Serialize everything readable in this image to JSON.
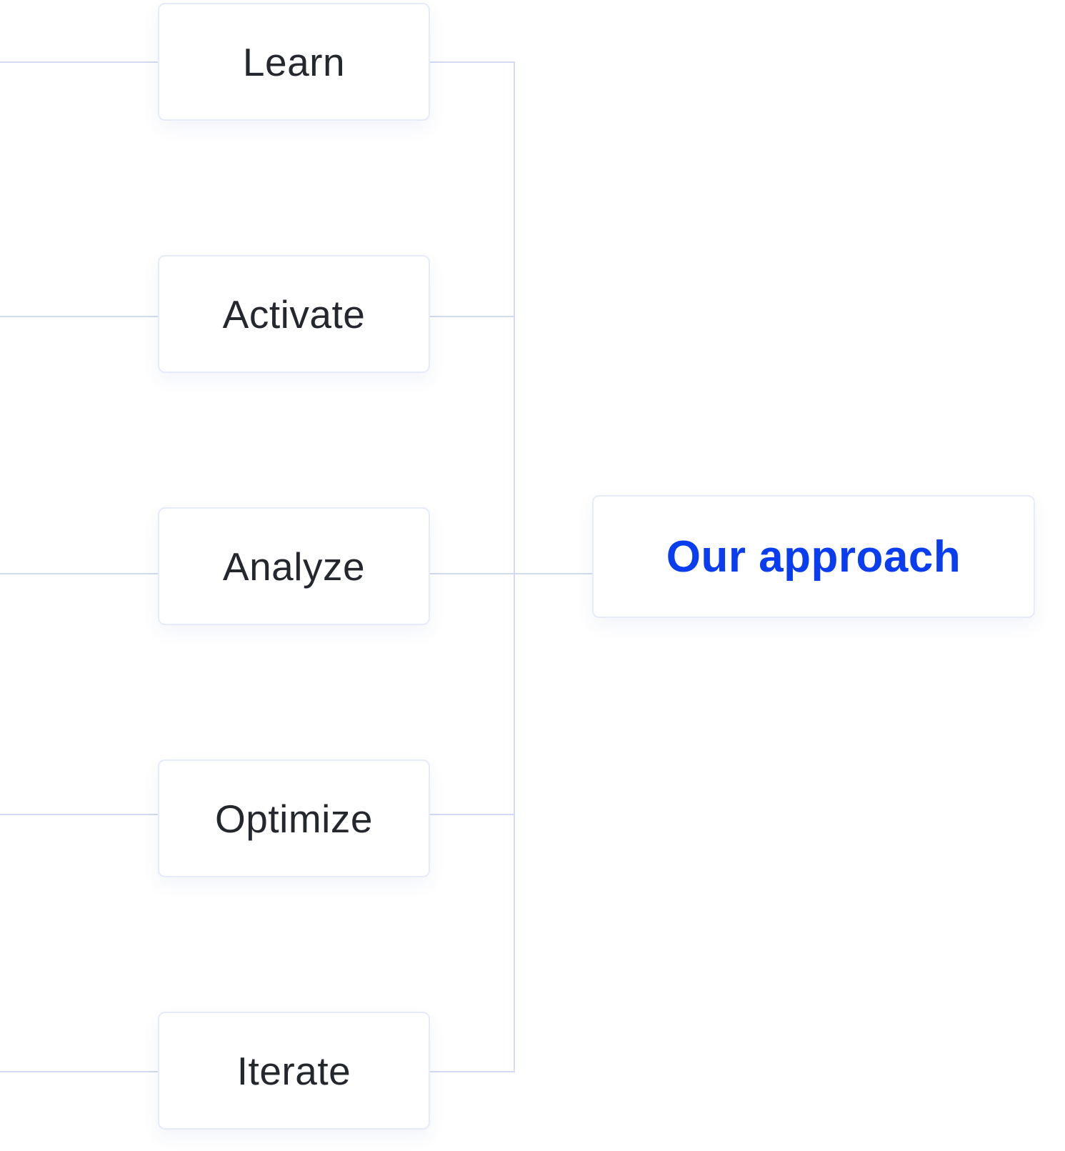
{
  "diagram": {
    "steps": [
      {
        "label": "Learn"
      },
      {
        "label": "Activate"
      },
      {
        "label": "Analyze"
      },
      {
        "label": "Optimize"
      },
      {
        "label": "Iterate"
      }
    ],
    "target": {
      "label": "Our approach"
    }
  },
  "colors": {
    "connector": "#d3dbf2",
    "box_border": "#e6ebfa",
    "step_text": "#24272e",
    "accent": "#0a3cf0"
  }
}
